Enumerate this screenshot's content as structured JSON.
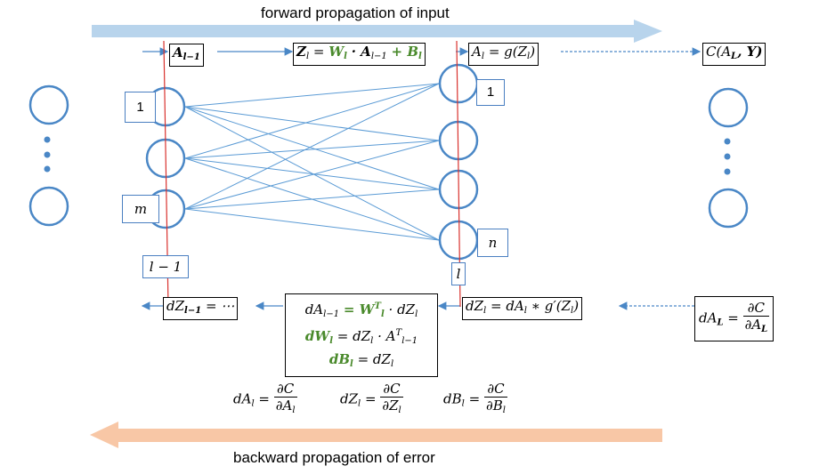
{
  "top_caption": "forward propagation of input",
  "bottom_caption": "backward propagation of error",
  "colors": {
    "forward_arrow": "#b8d4ec",
    "backward_arrow": "#f8c7a6",
    "neuron_stroke": "#4a87c6",
    "connection": "#5b9bd5",
    "layer_line": "#d9322e",
    "highlight_green": "#4a8a2c"
  },
  "forward": {
    "a_prev": "A",
    "a_prev_sub": "l−1",
    "z_eq": "Z",
    "z_sub": "l",
    "z_eq_rhs_w": "W",
    "z_eq_rhs_w_sub": "l",
    "z_eq_rhs_dot_a": "· A",
    "z_eq_rhs_a_sub": "l−1",
    "z_eq_rhs_plus_b": "+ B",
    "z_eq_rhs_b_sub": "l",
    "a_eq": "A",
    "a_eq_sub": "l",
    "a_eq_rhs": "= g(Z",
    "a_eq_rhs_sub": "l",
    "a_eq_rhs_end": ")",
    "cost": "C(A",
    "cost_sub": "L",
    "cost_end": ", Y)"
  },
  "layers": {
    "prev_top_label": "1",
    "prev_bottom_label": "m",
    "prev_layer_label": "l − 1",
    "curr_top_label": "1",
    "curr_bottom_label": "n",
    "curr_layer_label": "l"
  },
  "backward": {
    "dz_prev": "dZ",
    "dz_prev_sub": "l−1",
    "dz_prev_rhs": "= ⋯",
    "grad_line1": "dA",
    "grad_line1_sub": "l−1",
    "grad_line1_rhs": "= W",
    "grad_line1_rhs_sup": "T",
    "grad_line1_rhs_sub": "l",
    "grad_line1_end": "· dZ",
    "grad_line1_end_sub": "l",
    "grad_line2": "dW",
    "grad_line2_sub": "l",
    "grad_line2_rhs": "= dZ",
    "grad_line2_rhs_sub": "l",
    "grad_line2_end": "· A",
    "grad_line2_end_sup": "T",
    "grad_line2_end_sub": "l−1",
    "grad_line3": "dB",
    "grad_line3_sub": "l",
    "grad_line3_rhs": "= dZ",
    "grad_line3_rhs_sub": "l",
    "dz_curr": "dZ",
    "dz_curr_sub": "l",
    "dz_curr_rhs": "= dA",
    "dz_curr_rhs_sub": "l",
    "dz_curr_end": "∗ g′(Z",
    "dz_curr_end_sub": "l",
    "dz_curr_close": ")",
    "dal_lhs": "dA",
    "dal_lhs_sub": "L",
    "dal_num": "∂C",
    "dal_den": "∂A",
    "dal_den_sub": "L"
  },
  "definitions": {
    "da_lhs": "dA",
    "da_sub": "l",
    "da_num": "∂C",
    "da_den": "∂A",
    "da_den_sub": "l",
    "dz_lhs": "dZ",
    "dz_sub": "l",
    "dz_num": "∂C",
    "dz_den": "∂Z",
    "dz_den_sub": "l",
    "db_lhs": "dB",
    "db_sub": "l",
    "db_num": "∂C",
    "db_den": "∂B",
    "db_den_sub": "l"
  }
}
